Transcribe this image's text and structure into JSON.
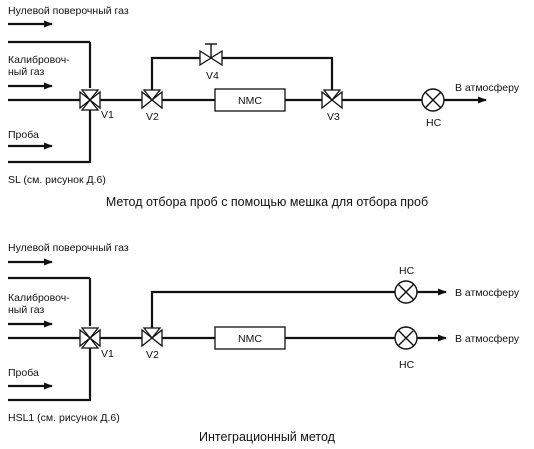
{
  "diagram1": {
    "inputs": {
      "zero_gas": "Нулевой поверочный газ",
      "cal_gas_line1": "Калибровоч-",
      "cal_gas_line2": "ный газ",
      "sample": "Проба"
    },
    "valves": {
      "v1": "V1",
      "v2": "V2",
      "v3": "V3",
      "v4": "V4"
    },
    "nmc": "NMC",
    "hc": "HC",
    "outlet": "В атмосферу",
    "reference": "SL (см. рисунок Д.6)",
    "caption": "Метод отбора проб с помощью мешка для отбора проб"
  },
  "diagram2": {
    "inputs": {
      "zero_gas": "Нулевой поверочный газ",
      "cal_gas_line1": "Калибровоч-",
      "cal_gas_line2": "ный газ",
      "sample": "Проба"
    },
    "valves": {
      "v1": "V1",
      "v2": "V2"
    },
    "nmc": "NMC",
    "hc_top": "HC",
    "hc_bottom": "HC",
    "outlet_top": "В атмосферу",
    "outlet_bottom": "В атмосферу",
    "reference": "HSL1 (см. рисунок Д.6)",
    "caption": "Интеграционный метод"
  },
  "icons": {
    "three_way_valve": "three-way-valve-icon",
    "two_way_valve": "two-way-valve-icon",
    "analyzer": "hc-analyzer-icon",
    "arrow": "flow-arrow-icon"
  }
}
